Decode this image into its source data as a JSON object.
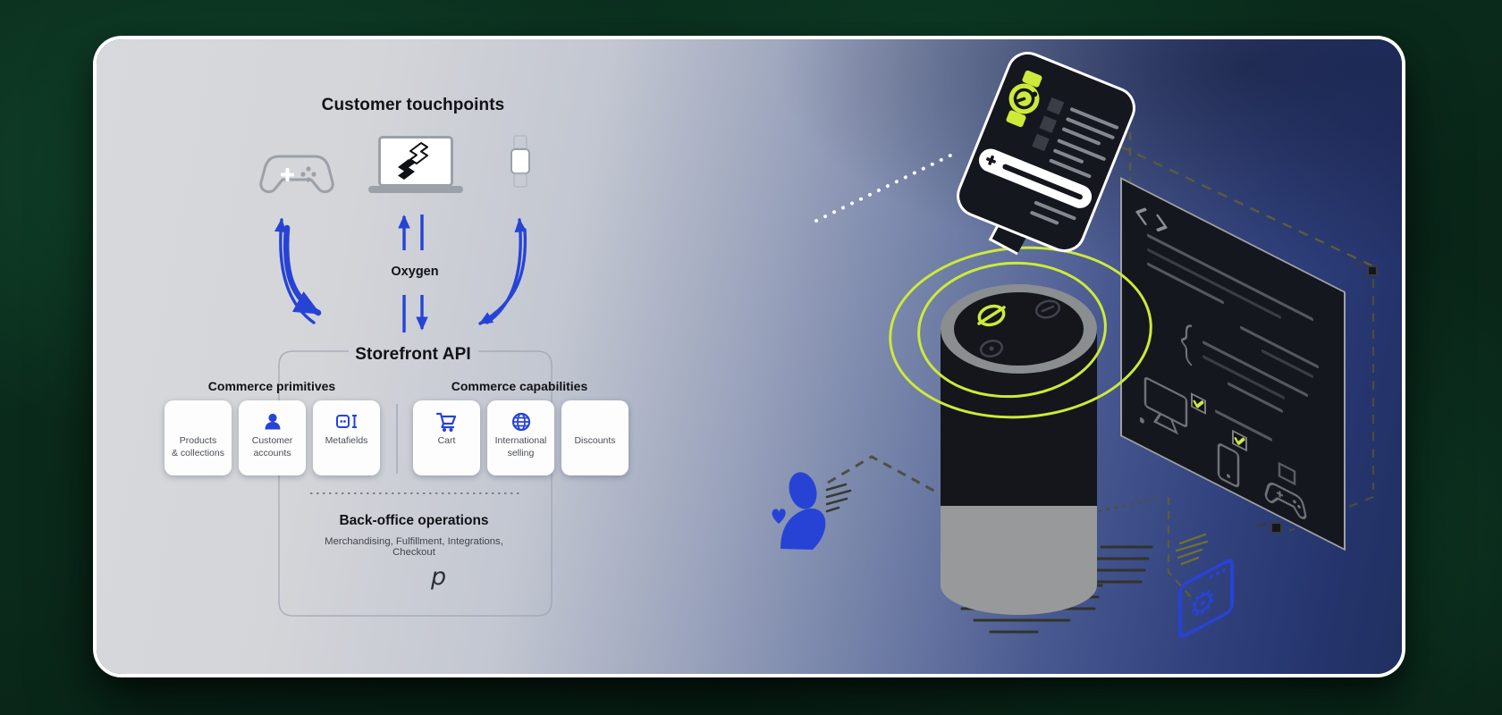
{
  "diagram": {
    "touchpoints_title": "Customer touchpoints",
    "oxygen_label": "Oxygen",
    "storefront_label": "Storefront API",
    "primitives": {
      "title": "Commerce primitives",
      "cards": [
        {
          "label_line1": "Products",
          "label_line2": "& collections",
          "icon": "none"
        },
        {
          "label_line1": "Customer",
          "label_line2": "accounts",
          "icon": "person-icon"
        },
        {
          "label_line1": "Metafields",
          "label_line2": "",
          "icon": "metafields-icon"
        }
      ]
    },
    "capabilities": {
      "title": "Commerce capabilities",
      "cards": [
        {
          "label_line1": "Cart",
          "label_line2": "",
          "icon": "cart-icon"
        },
        {
          "label_line1": "International",
          "label_line2": "selling",
          "icon": "globe-icon"
        },
        {
          "label_line1": "Discounts",
          "label_line2": "",
          "icon": "none"
        }
      ]
    },
    "backoffice": {
      "title": "Back-office operations",
      "subtitle": "Merchandising, Fulfillment, Integrations, Checkout"
    },
    "brand_glyph": "p"
  },
  "illustration": {
    "elements": [
      "chat-bubble",
      "smartwatch-icon",
      "smart-speaker",
      "sound-waves",
      "code-panel",
      "device-icons",
      "customer-figure",
      "gear-browser"
    ]
  },
  "colors": {
    "accent_blue": "#2743d6",
    "accent_lime": "#cdea3a",
    "dark_surface": "#15171e",
    "card_border": "#ffffff",
    "background_green": "#0a2b1b"
  }
}
